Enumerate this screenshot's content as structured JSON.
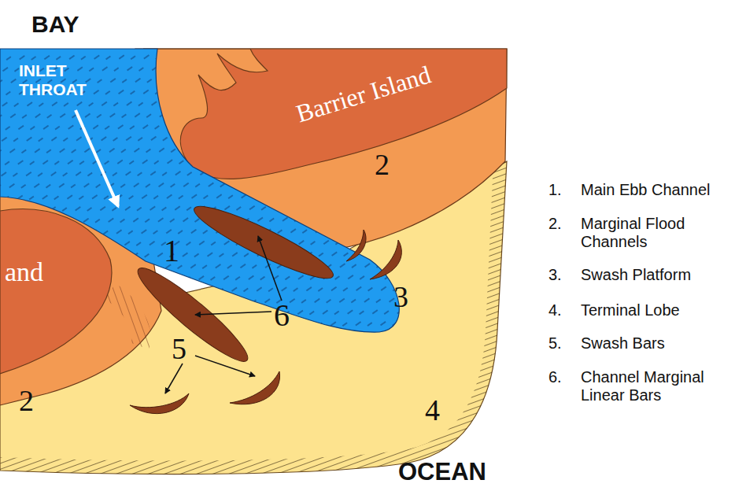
{
  "diagram": {
    "labels": [
      "BAY",
      "INLET THROAT",
      "Barrier Island",
      "and",
      "1",
      "2",
      "2",
      "3",
      "4",
      "5",
      "6",
      "OCEAN",
      "1.",
      "Main Ebb Channel",
      "2.",
      "Marginal Flood Channels",
      "3.",
      "Swash Platform",
      "4.",
      "Terminal Lobe",
      "5.",
      "Swash Bars",
      "6.",
      "Channel Marginal Linear Bars"
    ]
  }
}
